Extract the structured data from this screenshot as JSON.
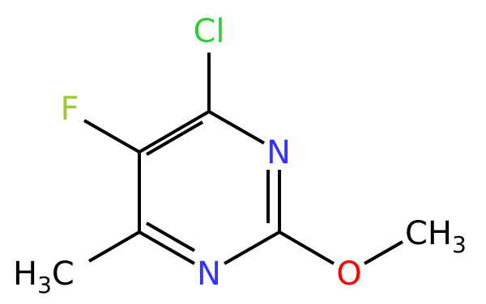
{
  "molecule": {
    "atoms": {
      "chlorine": "Cl",
      "fluorine": "F",
      "nitrogen_top": "N",
      "nitrogen_bottom": "N",
      "oxygen": "O",
      "methyl_left_main": "H",
      "methyl_left_sub": "3",
      "methyl_left_tail": "C",
      "methyl_right_main": "CH",
      "methyl_right_sub": "3"
    },
    "colors": {
      "carbon_bond": "#000000",
      "chlorine": "#33cc33",
      "fluorine": "#99cc33",
      "nitrogen": "#3333ff",
      "oxygen": "#ff0000",
      "carbon_text": "#000000"
    }
  }
}
